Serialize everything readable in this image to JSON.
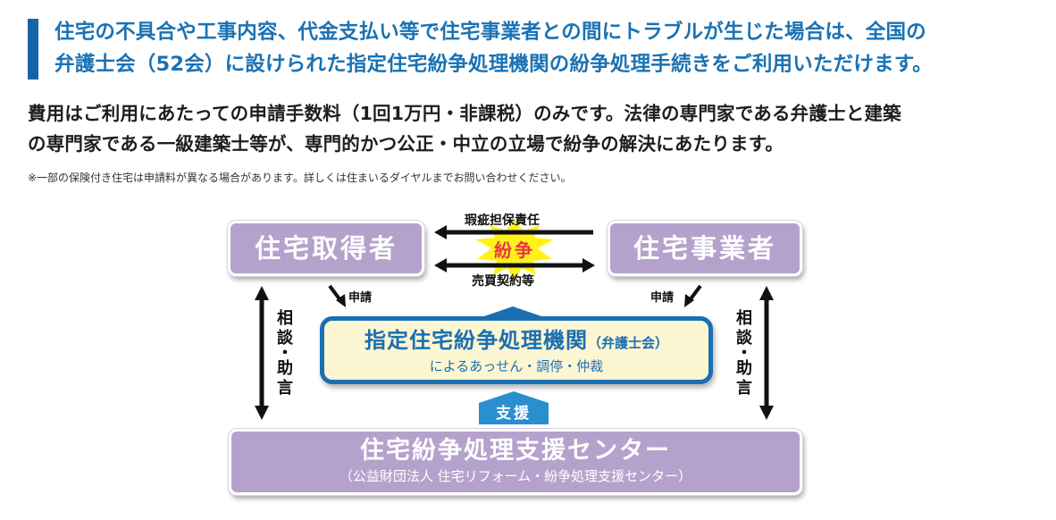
{
  "headline": {
    "lines": [
      "住宅の不具合や工事内容、代金支払い等で住宅事業者との間にトラブルが生じた場合は、全国の",
      "弁護士会（52会）に設けられた指定住宅紛争処理機関の紛争処理手続きをご利用いただけます。"
    ],
    "accent_color": "#1464a8",
    "text_color": "#1a72b4"
  },
  "body": {
    "lines": [
      "費用はご利用にあたっての申請手数料（1回1万円・非課税）のみです。法律の専門家である弁護士と建築",
      "の専門家である一級建築士等が、専門的かつ公正・中立の立場で紛争の解決にあたります。"
    ]
  },
  "note": "※一部の保険付き住宅は申請料が異なる場合があります。詳しくは住まいるダイヤルまでお問い合わせください。",
  "diagram": {
    "acquirer": "住宅取得者",
    "business": "住宅事業者",
    "dispute": {
      "center_word": "紛争",
      "top_label": "瑕疵担保責任",
      "bottom_label": "売買契約等",
      "burst_color": "#fff21a",
      "word_color": "#e8364c"
    },
    "apply_left": "申請",
    "apply_right": "申請",
    "consult_left": [
      "相",
      "談",
      "・",
      "助",
      "言"
    ],
    "consult_right": [
      "相",
      "談",
      "・",
      "助",
      "言"
    ],
    "core": {
      "title": "指定住宅紛争処理機関",
      "title_paren": "（弁護士会）",
      "sub": "によるあっせん・調停・仲裁",
      "border_color": "#1a6fb3",
      "fill_color": "#fdf6d2"
    },
    "support": "支援",
    "center": {
      "title": "住宅紛争処理支援センター",
      "sub": "（公益財団法人 住宅リフォーム・紛争処理支援センター）"
    },
    "box_color": "#b5a2cc"
  }
}
